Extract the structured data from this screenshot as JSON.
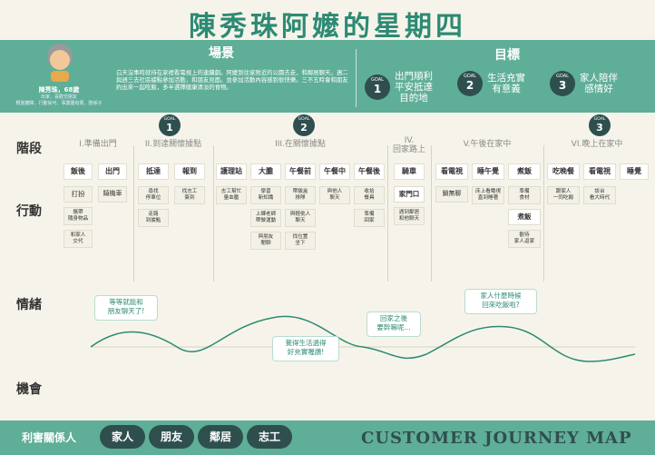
{
  "title": "陳秀珠阿嬤的星期四",
  "persona": {
    "name": "陳秀珠，68歲",
    "sub": "出家、喜歡交朋友",
    "sub2": "輕度聽障、行動尚可、事業圈有限、陪孫子"
  },
  "scene": {
    "title": "場景",
    "text": "白天沒事時就待在家裡看電視上的連續劇。阿嬤到住家附近的公園去走，和鄰居聊天。週二與週三去社區據點參加活動，和朋友見面。並參加活動內容感到很快樂。三不五時會和朋友約出來一起吃飯，多半選擇健康清淡的食物。"
  },
  "goals": {
    "title": "目標",
    "items": [
      {
        "label": "GOAL",
        "num": "1",
        "text": "出門順利\n平安抵達\n目的地"
      },
      {
        "label": "GOAL",
        "num": "2",
        "text": "生活充實\n有意義"
      },
      {
        "label": "GOAL",
        "num": "3",
        "text": "家人陪伴\n感情好"
      }
    ]
  },
  "markers": [
    {
      "label": "GOAL",
      "num": "1"
    },
    {
      "label": "GOAL",
      "num": "2"
    },
    {
      "label": "GOAL",
      "num": "3"
    }
  ],
  "rows": {
    "stage": "階段",
    "action": "行動",
    "emotion": "情緒",
    "opportunity": "機會"
  },
  "stages": [
    "I.準備出門",
    "II.到達關懷據點",
    "III.在關懷據點",
    "IV.\n回家路上",
    "V.午後在家中",
    "VI.晚上在家中"
  ],
  "actions": [
    "飯後",
    "出門",
    "抵達",
    "報到",
    "護理站",
    "大膽",
    "午餐前",
    "午餐中",
    "午餐後",
    "騎車",
    "看電視",
    "睡午覺",
    "煮飯",
    "吃晚餐",
    "看電視",
    "睡覺"
  ],
  "subs": [
    "打扮",
    "攜帶\n隨身物品",
    "和家人\n交代",
    "騎機車",
    "尋找\n停車位",
    "走路\n到據點",
    "找志工\n簽到",
    "志工幫忙\n量血壓",
    "學習\n新知識",
    "上課老師\n帶做運動",
    "與朋友\n閒聊",
    "帶飯盒\n排隊",
    "與輕佻人\n聊天",
    "找位置\n坐下",
    "與他人\n聊天",
    "收拾\n餐具",
    "準備\n回家",
    "家門口",
    "遇到鄰居\n和他聊天",
    "鎖無聊",
    "床上看電視\n直到睡著",
    "準備\n食材",
    "煮飯",
    "觀待\n家人返家",
    "跟家人\n一同吃飯",
    "談台\n看大時代"
  ],
  "bubbles": [
    "等等就能和\n朋友聊天了!",
    "覺得生活過得\n好充實喔讚!",
    "回家之後\n要幹嘛呢...",
    "家人什麼時候\n回來吃飯啦?"
  ],
  "footer": {
    "stakeholders_label": "利害關係人",
    "pills": [
      "家人",
      "朋友",
      "鄰居",
      "志工"
    ],
    "brand": "CUSTOMER JOURNEY MAP"
  },
  "colors": {
    "header": "#5fae98",
    "dark": "#2f4f4f",
    "accent": "#2d8a74"
  }
}
